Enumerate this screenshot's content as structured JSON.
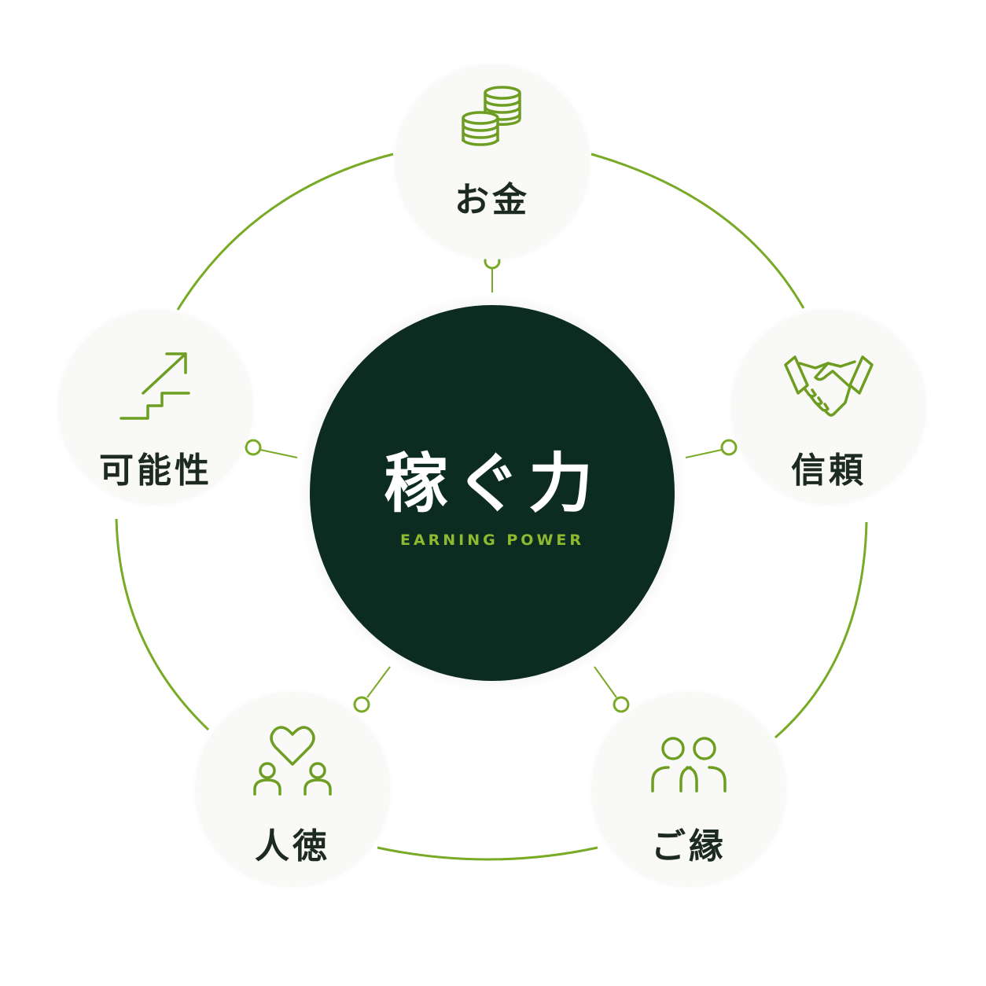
{
  "colors": {
    "ring": "#78aa26",
    "icon": "#6d9e22",
    "center_fill": "#0d2c21",
    "center_title": "#ffffff",
    "center_subtitle": "#8fba2f",
    "node_fill": "#f9f9f8",
    "label_text": "#1d2a22"
  },
  "center": {
    "title": "稼ぐ力",
    "subtitle": "EARNING POWER"
  },
  "nodes": [
    {
      "id": "money",
      "label": "お金",
      "icon": "coins-icon"
    },
    {
      "id": "trust",
      "label": "信頼",
      "icon": "handshake-icon"
    },
    {
      "id": "connections",
      "label": "ご縁",
      "icon": "people-icon"
    },
    {
      "id": "virtue",
      "label": "人徳",
      "icon": "heart-people-icon"
    },
    {
      "id": "potential",
      "label": "可能性",
      "icon": "stairs-arrow-icon"
    }
  ]
}
